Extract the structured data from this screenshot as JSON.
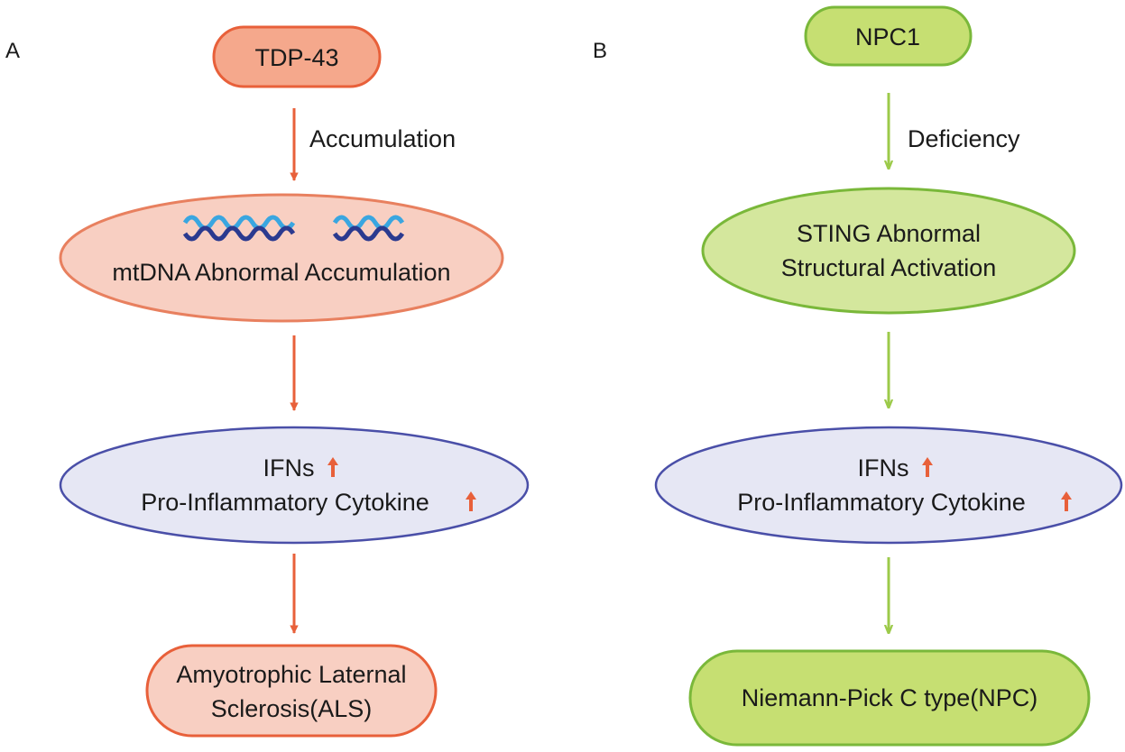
{
  "panels": {
    "a": {
      "label": "A",
      "top": "TDP-43",
      "edge1": "Accumulation",
      "mid": "mtDNA Abnormal Accumulation",
      "ifn": {
        "line1": "IFNs",
        "line2": "Pro-Inflammatory Cytokine"
      },
      "outcome": {
        "line1": "Amyotrophic Laternal",
        "line2": "Sclerosis(ALS)"
      }
    },
    "b": {
      "label": "B",
      "top": "NPC1",
      "edge1": "Deficiency",
      "mid": {
        "line1": "STING Abnormal",
        "line2": "Structural Activation"
      },
      "ifn": {
        "line1": "IFNs",
        "line2": "Pro-Inflammatory Cytokine"
      },
      "outcome": "Niemann-Pick C type(NPC)"
    }
  },
  "colors": {
    "orange_fill": "#f5a88c",
    "orange_stroke": "#e8603a",
    "salmon_fill": "#f8cfc2",
    "salmon_stroke": "#e8805f",
    "arrow_orange": "#e8603a",
    "green_fill_dark": "#c6df72",
    "green_fill_light": "#d4e79d",
    "green_stroke": "#7ab83a",
    "arrow_green": "#9cca4a",
    "lavender_fill": "#e6e7f4",
    "navy_stroke": "#4a4fa8",
    "up_arrow": "#e8603a",
    "dna_blue": "#3aa6e0",
    "dna_navy": "#2b3a8f"
  },
  "icons": [
    "dna-helix-icon",
    "up-arrow-icon"
  ]
}
